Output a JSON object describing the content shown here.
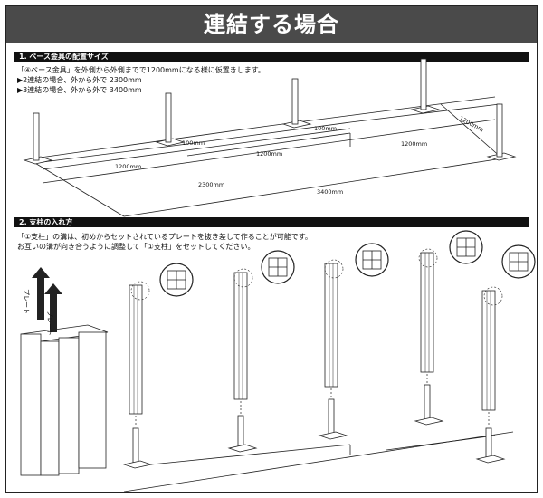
{
  "title": "連結する場合",
  "section1": {
    "heading": "1. ベース金具の配置サイズ",
    "lines": [
      "「④ベース金具」を外側から外側までで1200mmになる様に仮置きします。",
      "▶2連結の場合、外から外で 2300mm",
      "▶3連結の場合、外から外で 3400mm"
    ],
    "dimensions": {
      "d1200_left": "1200mm",
      "d1200_mid": "1200mm",
      "d1200_right": "1200mm",
      "d1200_depth": "1200mm",
      "d100_a": "100mm",
      "d100_b": "100mm",
      "d2300": "2300mm",
      "d3400": "3400mm"
    }
  },
  "section2": {
    "heading": "2. 支柱の入れ方",
    "lines": [
      "「①支柱」の溝は、初めからセットされているプレートを抜き差して作ることが可能です。",
      "お互いの溝が向き合うように調整して「①支柱」をセットしてください。"
    ],
    "plate_label_left": "プレート",
    "plate_label_right": "プレート"
  },
  "colors": {
    "title_bg": "#4a4a4a",
    "section_bg": "#111111",
    "line": "#222222"
  }
}
